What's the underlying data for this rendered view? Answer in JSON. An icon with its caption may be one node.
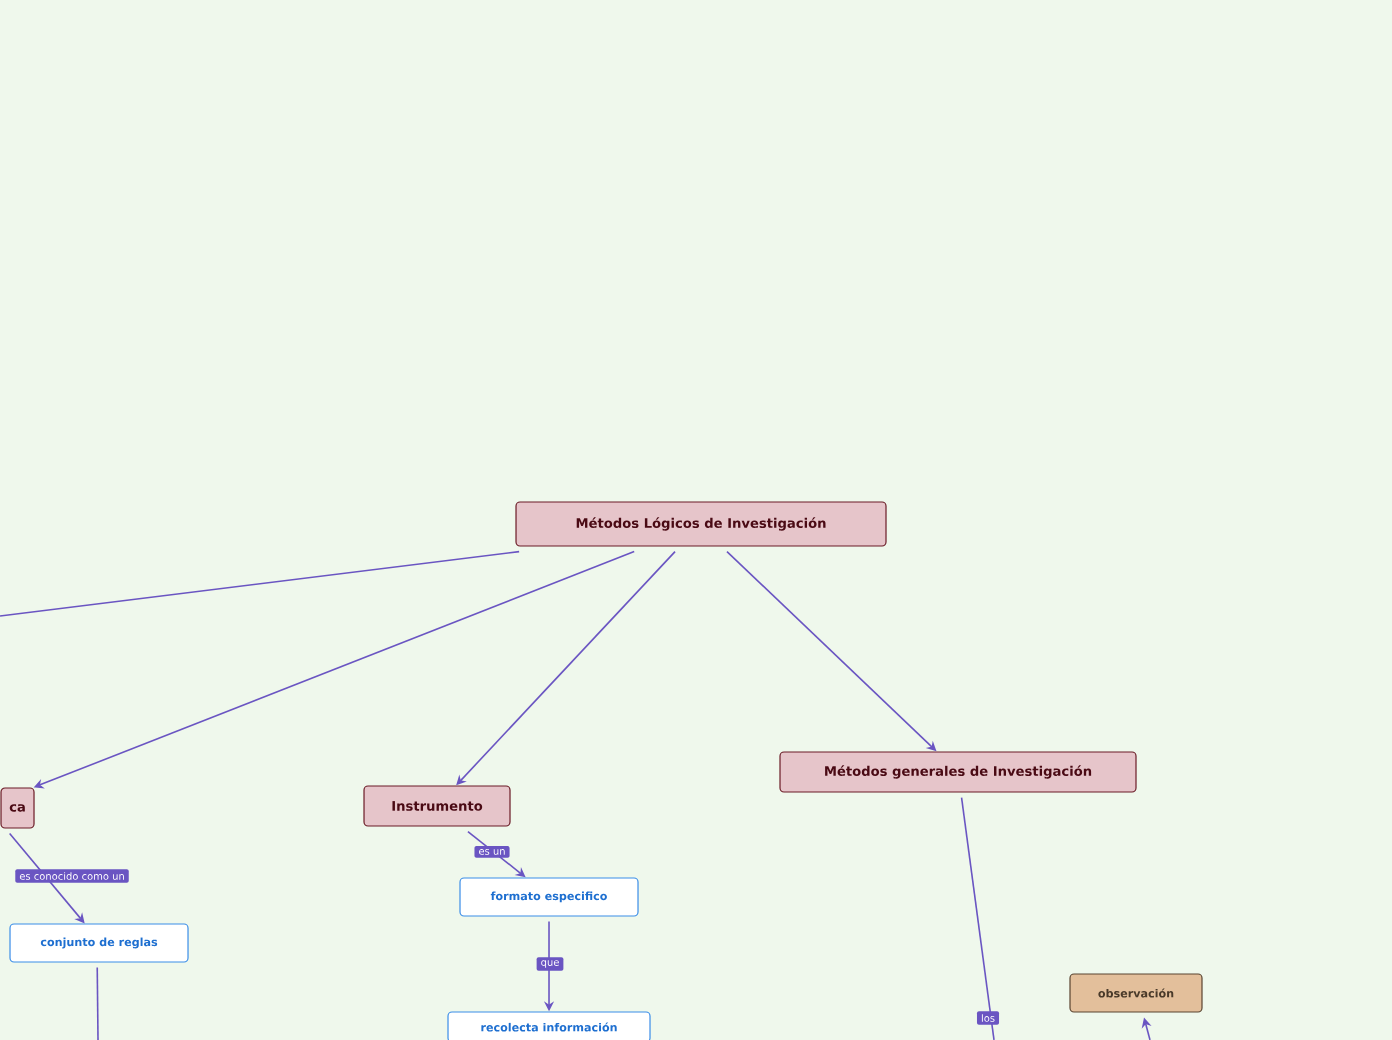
{
  "diagram": {
    "nodes": [
      {
        "text": [
          "Métodos Lógicos de Investigación"
        ]
      },
      {
        "text": [
          "ca"
        ]
      },
      {
        "text": [
          "Instrumento"
        ]
      },
      {
        "text": [
          "formato especifico"
        ]
      },
      {
        "text": [
          "conjunto de reglas"
        ]
      },
      {
        "text": [
          "recolecta información"
        ]
      },
      {
        "text": [
          "Métodos generales de Investigación"
        ]
      },
      {
        "text": [
          "observación"
        ]
      }
    ],
    "edges": [
      {
        "from": 0,
        "to": null,
        "arrow": "none"
      },
      {
        "from": 0,
        "to": 1,
        "arrow": "to"
      },
      {
        "from": 0,
        "to": 2,
        "arrow": "to"
      },
      {
        "from": 0,
        "to": 6,
        "arrow": "to"
      },
      {
        "from": 1,
        "to": 4,
        "arrow": "to",
        "label": "es conocido como un"
      },
      {
        "from": 2,
        "to": 3,
        "arrow": "to",
        "label": "es un"
      },
      {
        "from": 3,
        "to": 5,
        "arrow": "to",
        "label": "que"
      },
      {
        "from": 4,
        "to": null,
        "arrow": "none"
      },
      {
        "from": 6,
        "to": null,
        "arrow": "none",
        "label": "los"
      },
      {
        "from": null,
        "to": 7,
        "arrow": "to"
      }
    ]
  }
}
